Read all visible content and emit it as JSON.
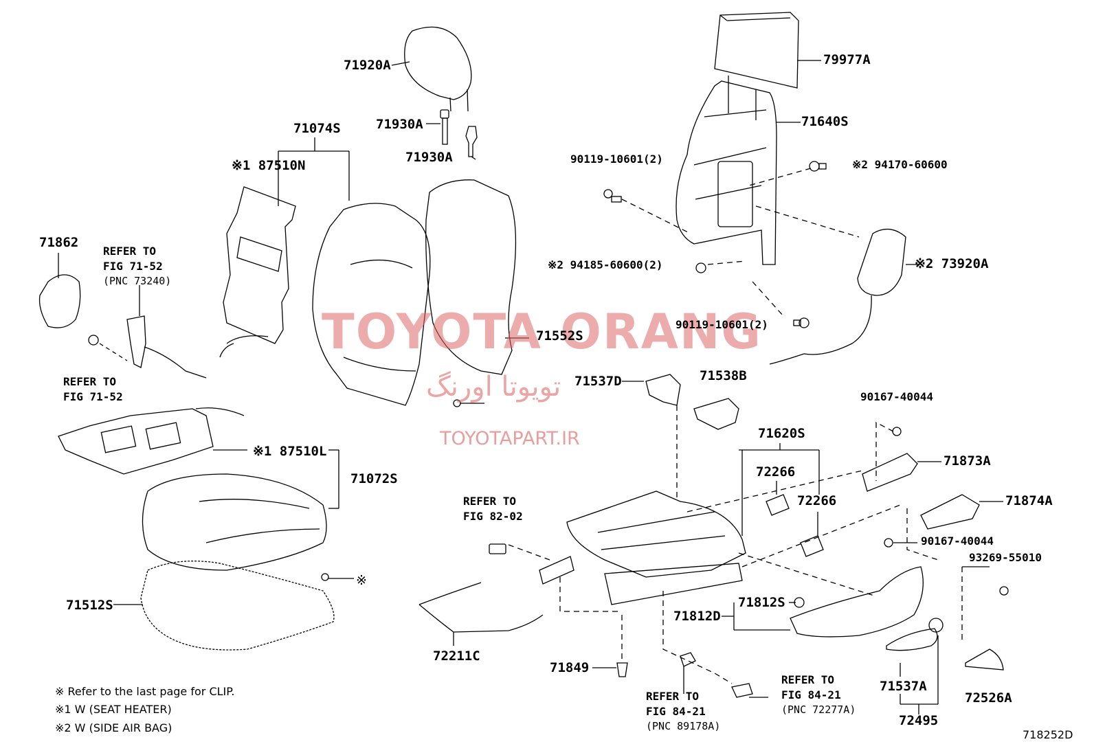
{
  "parts": {
    "p71920A": "71920A",
    "p79977A": "79977A",
    "p71930A_1": "71930A",
    "p71930A_2": "71930A",
    "p71640S": "71640S",
    "p71074S": "71074S",
    "p87510N": "※1 87510N",
    "p90119_top": "90119-10601(2)",
    "p94170": "※2 94170-60600",
    "p71862": "71862",
    "p94185": "※2 94185-60600(2)",
    "p73920A": "※2 73920A",
    "p90119_mid": "90119-10601(2)",
    "p71552S": "71552S",
    "p71537D": "71537D",
    "p71538B": "71538B",
    "p90167_top": "90167-40044",
    "p71620S": "71620S",
    "p71873A": "71873A",
    "p87510L": "※1 87510L",
    "p72266_a": "72266",
    "p72266_b": "72266",
    "p71874A": "71874A",
    "p71072S": "71072S",
    "p90167_mid": "90167-40044",
    "p93269": "93269-55010",
    "p71512S": "71512S",
    "p71812S": "71812S",
    "p71812D": "71812D",
    "p72211C": "72211C",
    "p71849": "71849",
    "p71537A": "71537A",
    "p72526A": "72526A",
    "p72495": "72495",
    "clip_mark": "※"
  },
  "refs": {
    "r1_l1": "REFER TO",
    "r1_l2": "FIG 71-52",
    "r1_l3": "(PNC 73240)",
    "r2_l1": "REFER TO",
    "r2_l2": "FIG 71-52",
    "r3_l1": "REFER TO",
    "r3_l2": "FIG 82-02",
    "r4_l1": "REFER TO",
    "r4_l2": "FIG 84-21",
    "r4_l3": "(PNC 89178A)",
    "r5_l1": "REFER TO",
    "r5_l2": "FIG 84-21",
    "r5_l3": "(PNC 72277A)"
  },
  "notes": {
    "n1": "※    Refer to the last page for CLIP.",
    "n2": "※1  W (SEAT  HEATER)",
    "n3": "※2  W (SIDE AIR BAG)"
  },
  "figure_id": "718252D",
  "watermark": {
    "brand": "TOYOTA ORANG",
    "persian": "تویوتا اورنگ",
    "url": "TOYOTAPART.IR"
  }
}
